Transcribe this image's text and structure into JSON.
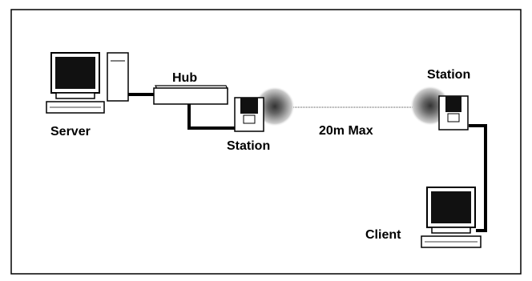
{
  "diagram": {
    "labels": {
      "server": "Server",
      "hub": "Hub",
      "station_left": "Station",
      "station_right": "Station",
      "distance": "20m Max",
      "client": "Client"
    },
    "icons": {
      "server": "desktop-computer-with-tower-icon",
      "hub": "network-hub-icon",
      "station_left": "wireless-station-icon",
      "station_right": "wireless-station-icon",
      "client": "desktop-computer-icon",
      "signal": "wireless-signal-waves-icon"
    },
    "colors": {
      "line": "#000000",
      "screen": "#111111",
      "signal": "#555555",
      "body": "#ffffff"
    }
  }
}
